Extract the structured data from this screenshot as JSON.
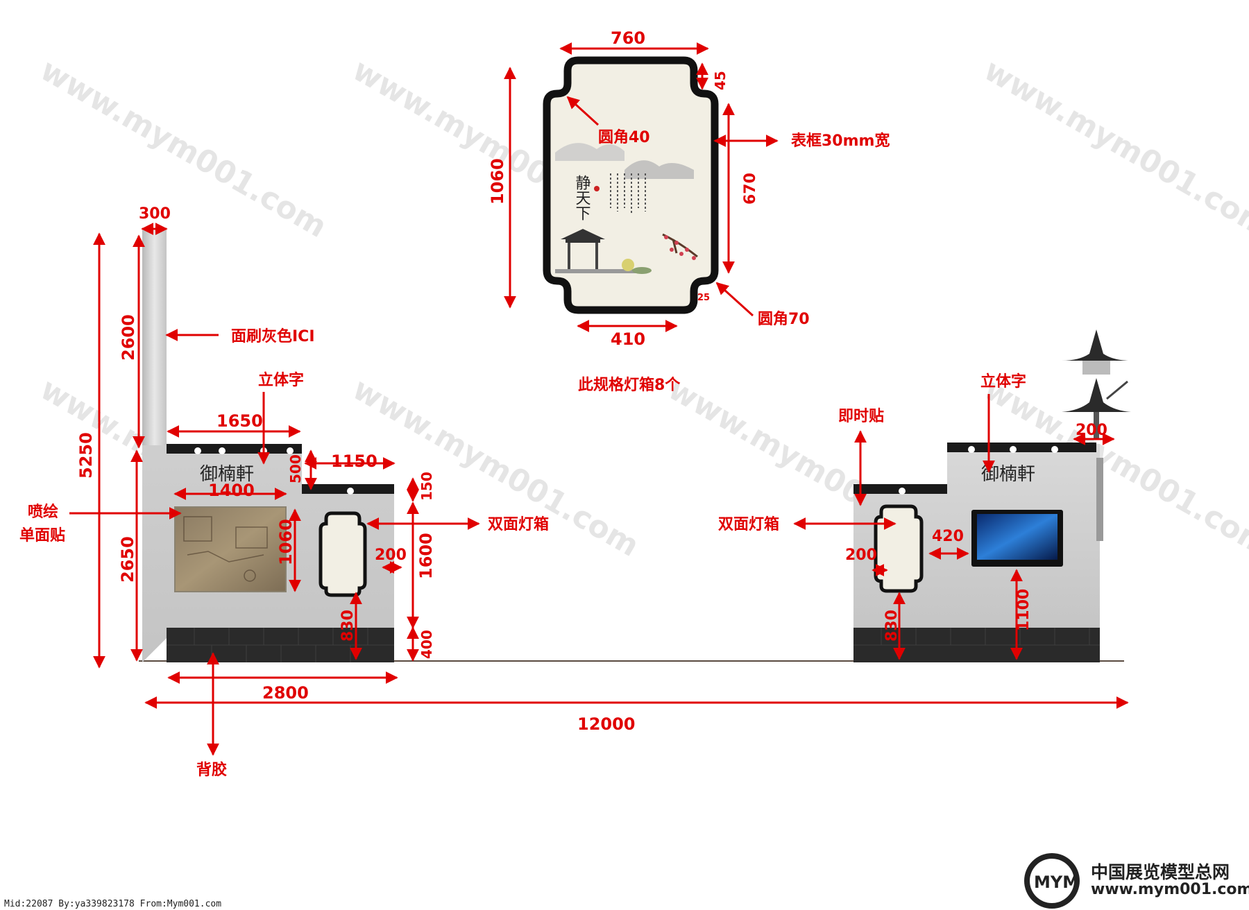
{
  "labels": {
    "lightbox_width": "760",
    "lightbox_inset": "45",
    "lightbox_corner_40": "圆角40",
    "frame_width_note": "表框30mm宽",
    "lightbox_height": "1060",
    "lightbox_side": "670",
    "lightbox_bottom_notch": "25",
    "lightbox_corner_70": "圆角70",
    "lightbox_bottom": "410",
    "lightbox_count_note": "此规格灯箱8个",
    "column_width": "300",
    "column_height": "2600",
    "paint_note": "面刷灰色ICI",
    "total_height": "5250",
    "left_3d_text": "立体字",
    "left_sign_width": "1650",
    "left_step_width": "1150",
    "left_step_height": "500",
    "left_mural_width": "1400",
    "left_mural_height": "1060",
    "print_note_line1": "喷绘",
    "print_note_line2": "单面贴",
    "wall_height": "2650",
    "left_cap_150": "150",
    "left_lightbox_note": "双面灯箱",
    "left_lightbox_gap": "200",
    "left_lightbox_height": "1600",
    "left_lightbox_base": "830",
    "base_height": "400",
    "left_width": "2800",
    "overall_width": "12000",
    "backing_note": "背胶",
    "right_3d_text": "立体字",
    "instant_sticker": "即时贴",
    "roof_width": "200",
    "right_lightbox_note": "双面灯箱",
    "screen_gap": "420",
    "right_lightbox_gap": "200",
    "right_lightbox_base": "830",
    "screen_base": "1100"
  },
  "sign_text": "御楠軒",
  "lightbox_poem_title": "静天下",
  "watermark": "www.mym001.com",
  "footer": "Mid:22087 By:ya339823178 From:Mym001.com",
  "brand": {
    "logo_text": "MYM",
    "name_cn": "中国展览模型总网",
    "url": "www.mym001.com"
  },
  "colors": {
    "annotation": "#e00000",
    "wall": "#c9c9c9",
    "base": "#2a2a2a"
  }
}
